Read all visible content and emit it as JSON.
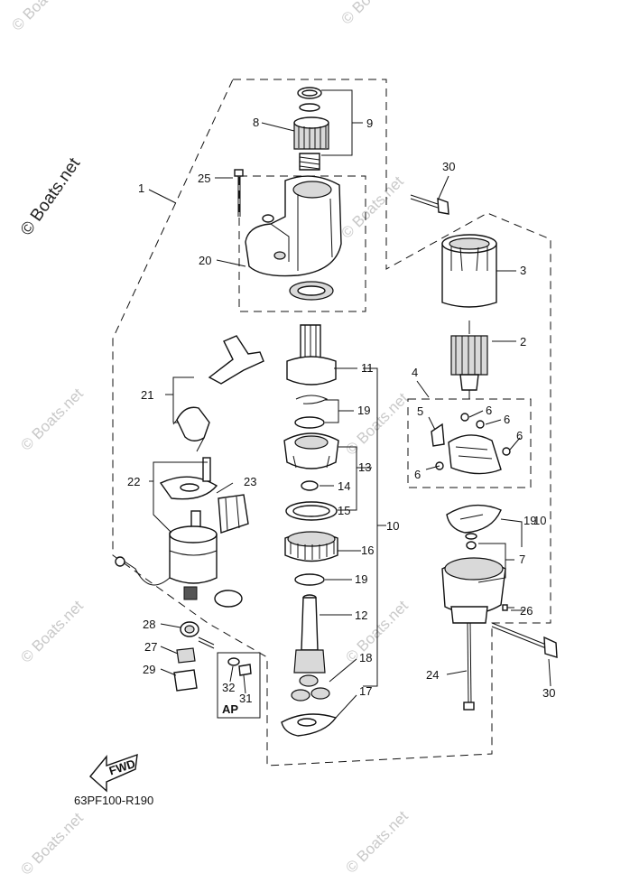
{
  "watermark": {
    "main": "© Boats.net",
    "repeat": "© Boats.net"
  },
  "diagram_code": "63PF100-R190",
  "fwd_label": "FWD",
  "ap_label": "AP",
  "callouts": {
    "c1": "1",
    "c2": "2",
    "c3": "3",
    "c4": "4",
    "c5": "5",
    "c6a": "6",
    "c6b": "6",
    "c6c": "6",
    "c6d": "6",
    "c7": "7",
    "c8": "8",
    "c9": "9",
    "c10a": "10",
    "c10b": "10",
    "c11": "11",
    "c12": "12",
    "c13": "13",
    "c14": "14",
    "c15": "15",
    "c16": "16",
    "c17": "17",
    "c18": "18",
    "c19a": "19",
    "c19b": "19",
    "c19c": "19",
    "c20": "20",
    "c21": "21",
    "c22": "22",
    "c23": "23",
    "c24": "24",
    "c25": "25",
    "c26": "26",
    "c27": "27",
    "c28": "28",
    "c29": "29",
    "c30a": "30",
    "c30b": "30",
    "c31": "31",
    "c32": "32"
  }
}
